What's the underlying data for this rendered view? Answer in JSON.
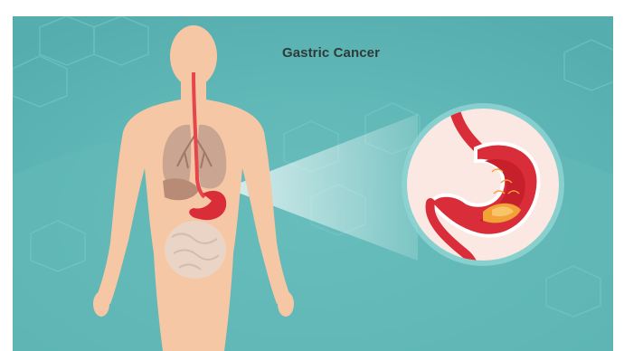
{
  "title": "Gastric Cancer",
  "colors": {
    "background": "#5bb3b3",
    "background_light": "#63bbba",
    "skin": "#f6c7a4",
    "lungs": "#c9a592",
    "esophagus": "#e6454d",
    "stomach": "#d92e3a",
    "tumor": "#f3a238",
    "magnifier_fill": "#fbe8e2",
    "magnifier_ring": "#8ed3d2"
  },
  "icons": {
    "figure": "human-body-illustration",
    "detail": "stomach-magnified-illustration"
  }
}
